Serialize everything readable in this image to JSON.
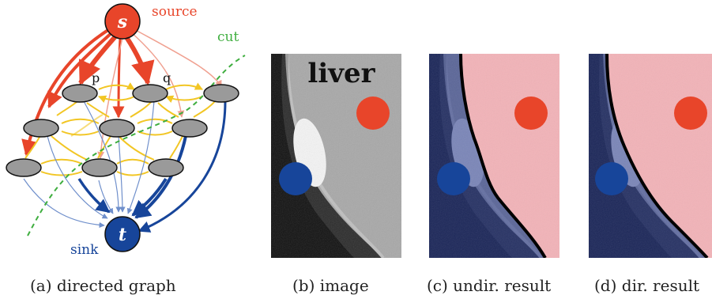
{
  "graph": {
    "source_label": "source",
    "sink_label": "sink",
    "cut_label": "cut",
    "node_s": "s",
    "node_t": "t",
    "label_p": "p",
    "label_q": "q"
  },
  "image_panel": {
    "organ_label": "liver"
  },
  "captions": {
    "a": "(a) directed graph",
    "b": "(b) image",
    "c": "(c) undir. result",
    "d": "(d) dir. result"
  },
  "colors": {
    "source": "#e8452a",
    "sink": "#17459a",
    "n_link": "#f2c624",
    "cut": "#3fae3f",
    "node": "#9a9a9a",
    "liver_tint": "#f0a8ad",
    "background_tint": "#2a3f8f"
  }
}
